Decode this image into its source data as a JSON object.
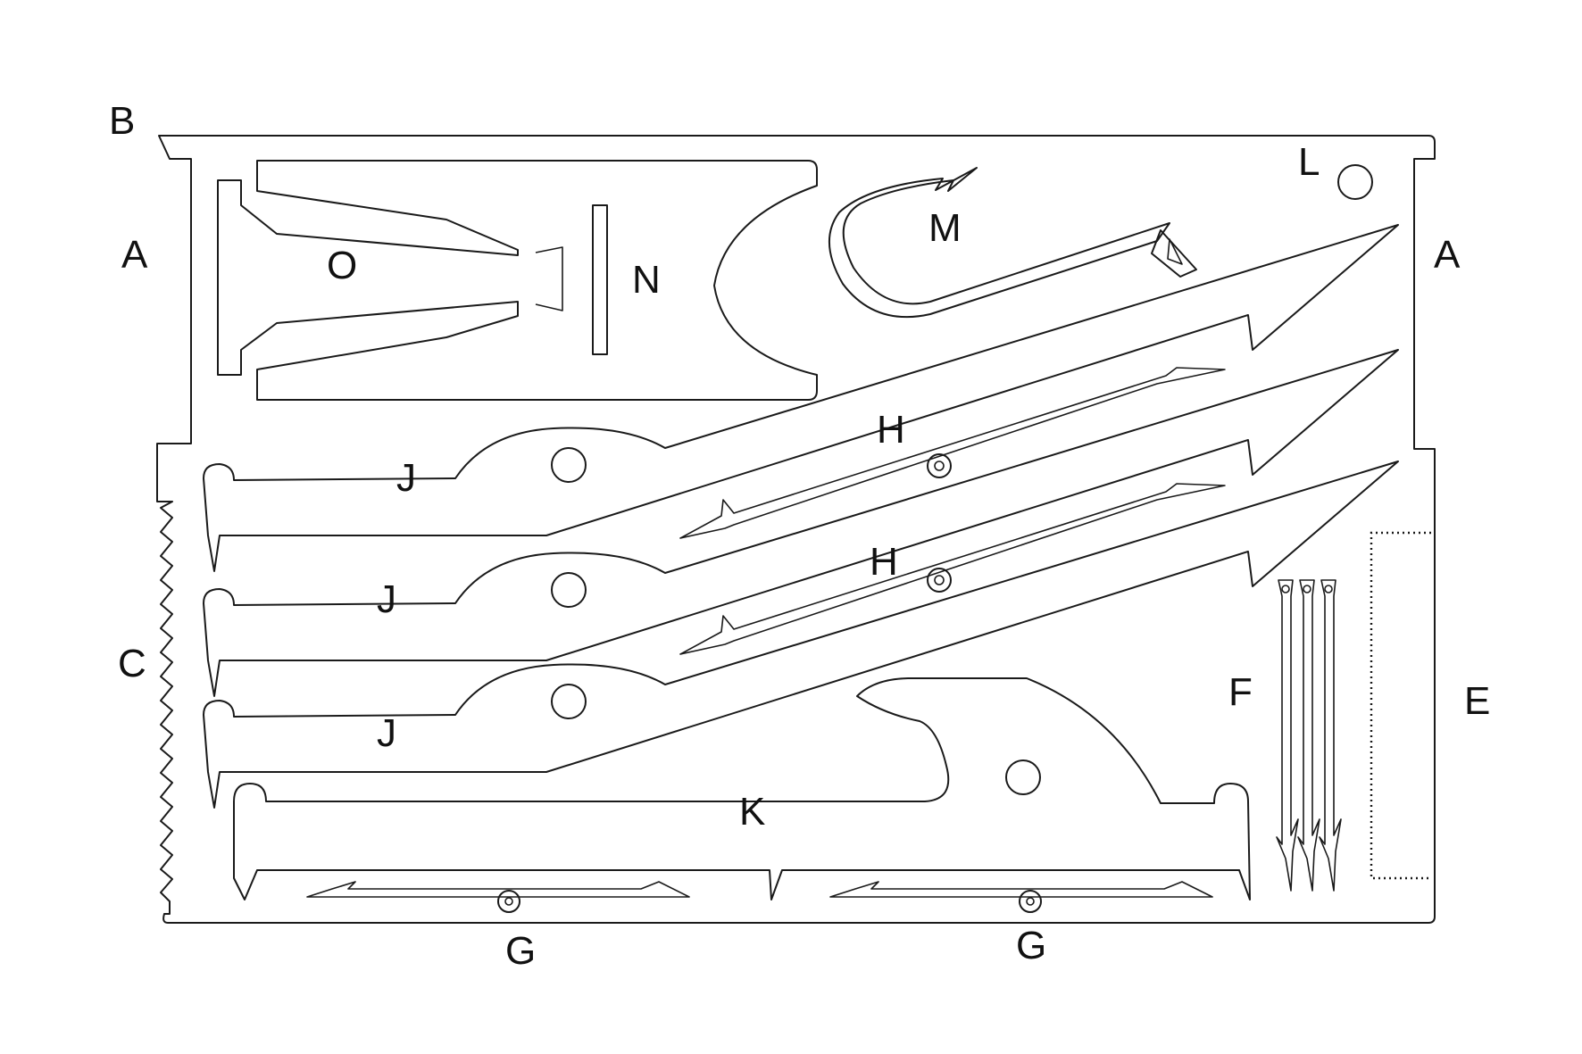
{
  "diagram": {
    "line_color": "#1a1a1a",
    "background": "#ffffff",
    "labels": {
      "A_left": "A",
      "A_right": "A",
      "B": "B",
      "C": "C",
      "E": "E",
      "F": "F",
      "G_left": "G",
      "G_right": "G",
      "H_upper": "H",
      "H_lower": "H",
      "J_top": "J",
      "J_middle": "J",
      "J_bottom": "J",
      "K": "K",
      "L": "L",
      "M": "M",
      "N": "N",
      "O": "O"
    }
  }
}
